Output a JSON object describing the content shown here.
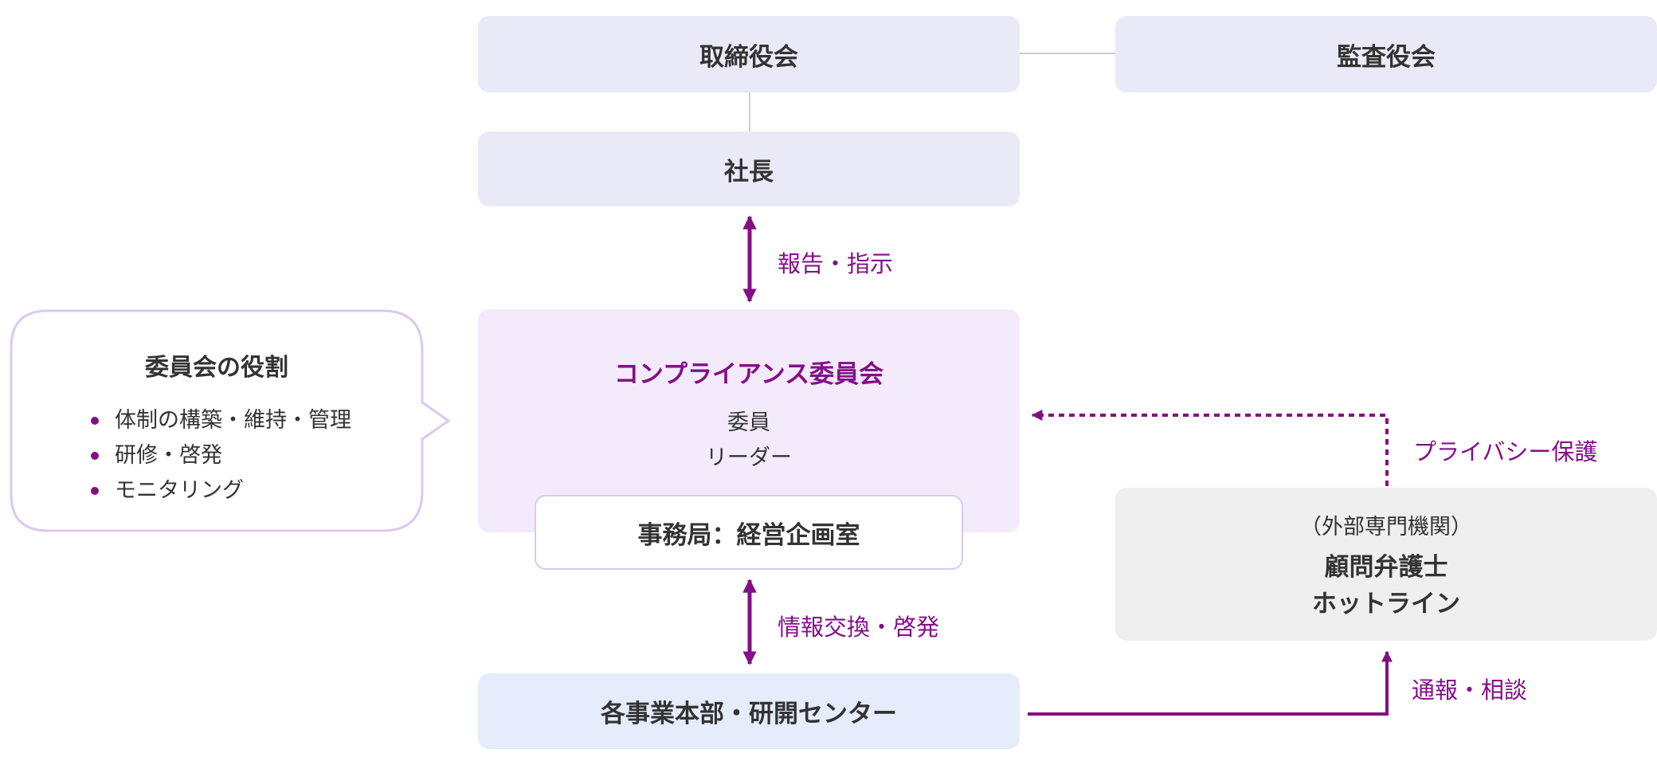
{
  "nodes": {
    "board": "取締役会",
    "auditors": "監査役会",
    "president": "社長",
    "committee": {
      "title": "コンプライアンス委員会",
      "line1": "委員",
      "line2": "リーダー"
    },
    "secretariat": "事務局：経営企画室",
    "divisions": "各事業本部・研開センター",
    "external": {
      "note": "（外部専門機関）",
      "line1": "顧問弁護士",
      "line2": "ホットライン"
    }
  },
  "edges": {
    "report_instruct": "報告・指示",
    "info_exchange": "情報交換・啓発",
    "privacy": "プライバシー保護",
    "report_consult": "通報・相談"
  },
  "role_bubble": {
    "title": "委員会の役割",
    "items": [
      "体制の構築・維持・管理",
      "研修・啓発",
      "モニタリング"
    ]
  },
  "colors": {
    "accent": "#830f87",
    "box_lavender": "#eae9f7",
    "committee_bg": "#f3eafc",
    "division_bg": "#e6ecfb",
    "external_bg": "#efefef",
    "bubble_border": "#dcc8f0"
  }
}
